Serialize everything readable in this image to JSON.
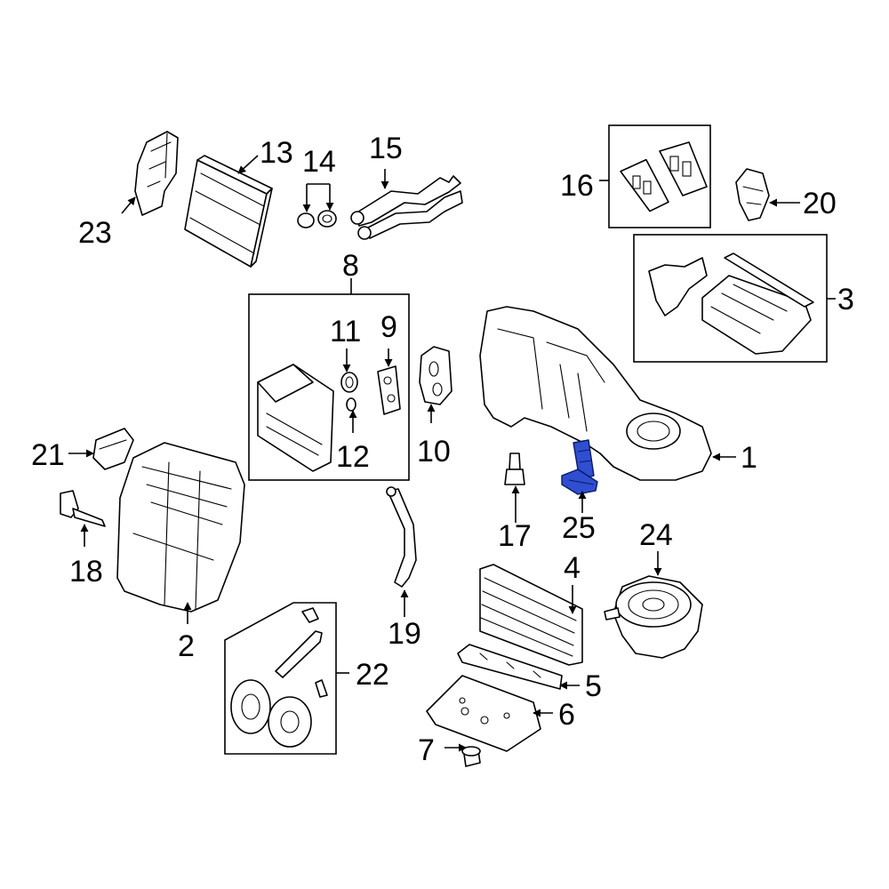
{
  "diagram": {
    "highlight_color": "#2f4fd0",
    "line_color": "#000000",
    "background": "#ffffff",
    "highlighted_part": "25",
    "callouts": [
      "1",
      "2",
      "3",
      "4",
      "5",
      "6",
      "7",
      "8",
      "9",
      "10",
      "11",
      "12",
      "13",
      "14",
      "15",
      "16",
      "17",
      "18",
      "19",
      "20",
      "21",
      "22",
      "23",
      "24",
      "25"
    ]
  }
}
